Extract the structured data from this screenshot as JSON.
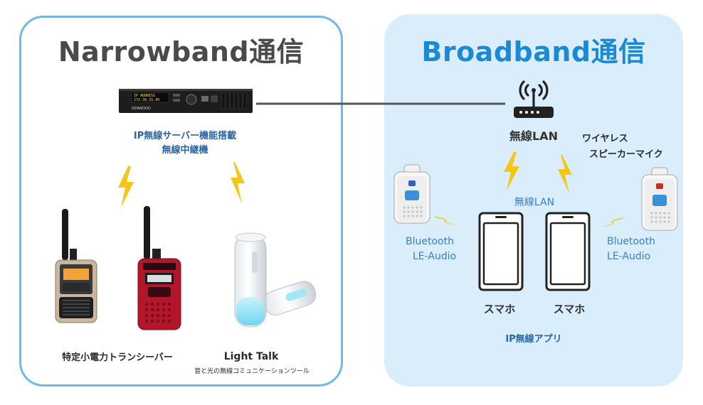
{
  "left_panel": {
    "title": "Narrowband通信",
    "server_label_line1": "IP無線サーバー機能搭載",
    "server_label_line2": "無線中継機",
    "transceiver_label": "特定小電力トランシーバー",
    "light_talk_label": "Light Talk",
    "light_talk_sub": "音と光の無線コミュニケーションツール"
  },
  "right_panel": {
    "title": "Broadband通信",
    "wlan_label": "無線LAN",
    "wlan_label_mid": "無線LAN",
    "speaker_mic_line1": "ワイヤレス",
    "speaker_mic_line2": "スピーカーマイク",
    "bt_left_line1": "Bluetooth",
    "bt_left_line2": "LE-Audio",
    "bt_right_line1": "Bluetooth",
    "bt_right_line2": "LE-Audio",
    "phone_left_label": "スマホ",
    "phone_right_label": "スマホ",
    "app_label": "IP無線アプリ"
  },
  "device_text": {
    "rack_brand": "KENWOOD",
    "rack_screen_line1": "IP ADDRESS",
    "rack_screen_line2": "172.30.15.40"
  },
  "colors": {
    "left_border": "#6fb9e3",
    "right_bg": "#d9edfb",
    "title_blue": "#1a8ad6",
    "title_gray": "#4a4a4a",
    "bolt": "#f5c518"
  }
}
